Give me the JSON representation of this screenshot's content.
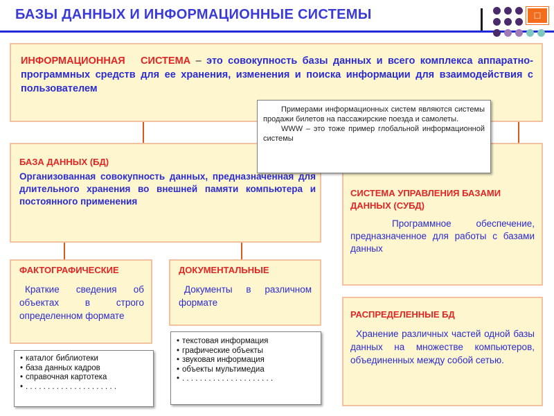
{
  "header": {
    "title": "БАЗЫ ДАННЫХ И ИНФОРМАЦИОННЫЕ СИСТЕМЫ",
    "nav_icon": "square-icon"
  },
  "information_system": {
    "term": "ИНФОРМАЦИОННАЯ",
    "term2": "СИСТЕМА",
    "dash": "–",
    "definition": "это совокупность базы данных и всего комплекса аппаратно-программных средств для ее хранения, изменения и поиска информации для взаимодействия с пользователем"
  },
  "callout": {
    "p1": "Примерами информационных систем являются системы продажи билетов на пассажирские поезда и самолеты.",
    "p2": "WWW – это тоже пример глобальной информационной системы"
  },
  "database": {
    "heading": "БАЗА ДАННЫХ (БД)",
    "text": "Организованная совокупность данных, предназначенная для длительного хранения во внешней памяти компьютера и постоянного применения"
  },
  "dbms": {
    "heading": "СИСТЕМА УПРАВЛЕНИЯ БАЗАМИ ДАННЫХ (СУБД)",
    "text": "Программное обеспечение, предназначенное для работы с базами данных"
  },
  "factual": {
    "heading": "ФАКТОГРАФИЧЕСКИЕ",
    "text": "Краткие сведения об объектах в строго определенном формате",
    "items": [
      "каталог библиотеки",
      "база данных кадров",
      "справочная картотека",
      ". . . . . . . . . . . . . . . . . . . . ."
    ]
  },
  "documentary": {
    "heading": "ДОКУМЕНТАЛЬНЫЕ",
    "text": "Документы в различном формате",
    "items": [
      "текстовая информация",
      "графические объекты",
      "звуковая информация",
      "объекты мультимедиа",
      ". . . . . . . . . . . . . . . . . . . . ."
    ]
  },
  "distributed": {
    "heading": "РАСПРЕДЕЛЕННЫЕ БД",
    "text": "Хранение различных частей одной базы данных на множестве компьютеров, объединенных между собой сетью."
  },
  "colors": {
    "accent_blue": "#3a3ad8",
    "heading_red": "#e02525",
    "box_fill": "#fdf6cf",
    "box_border": "#f3c0a0",
    "connector": "#d8581a",
    "nav_orange": "#f36d1d"
  }
}
